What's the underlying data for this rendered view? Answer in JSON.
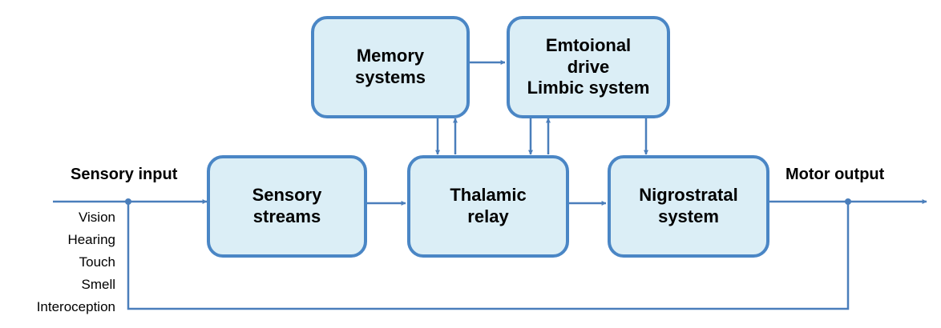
{
  "nodes": {
    "memory": [
      "Memory",
      "systems"
    ],
    "emotional": [
      "Emtoional",
      "drive",
      "Limbic system"
    ],
    "sensory": [
      "Sensory",
      "streams"
    ],
    "thalamic": [
      "Thalamic",
      "relay"
    ],
    "nigrostriatal": [
      "Nigrostratal",
      "system"
    ]
  },
  "labels": {
    "sensory_input": "Sensory input",
    "motor_output": "Motor output",
    "inputs": [
      "Vision",
      "Hearing",
      "Touch",
      "Smell",
      "Interoception"
    ]
  },
  "colors": {
    "box_fill": "#dbeef6",
    "box_border": "#4a86c5",
    "line": "#4a7ebb"
  }
}
